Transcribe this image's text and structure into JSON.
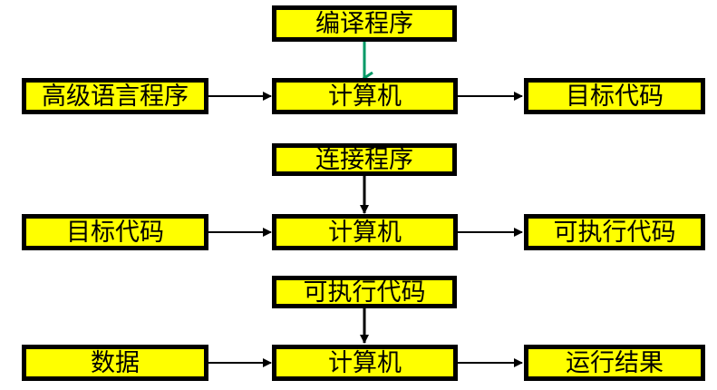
{
  "colors": {
    "box_fill": "#ffff00",
    "box_border": "#000000",
    "arrow": "#000000",
    "arrow_highlight": "#009966"
  },
  "rows": [
    {
      "top_box": "编译程序",
      "left_box": "高级语言程序",
      "center_box": "计算机",
      "right_box": "目标代码"
    },
    {
      "top_box": "连接程序",
      "left_box": "目标代码",
      "center_box": "计算机",
      "right_box": "可执行代码"
    },
    {
      "top_box": "可执行代码",
      "left_box": "数据",
      "center_box": "计算机",
      "right_box": "运行结果"
    }
  ]
}
